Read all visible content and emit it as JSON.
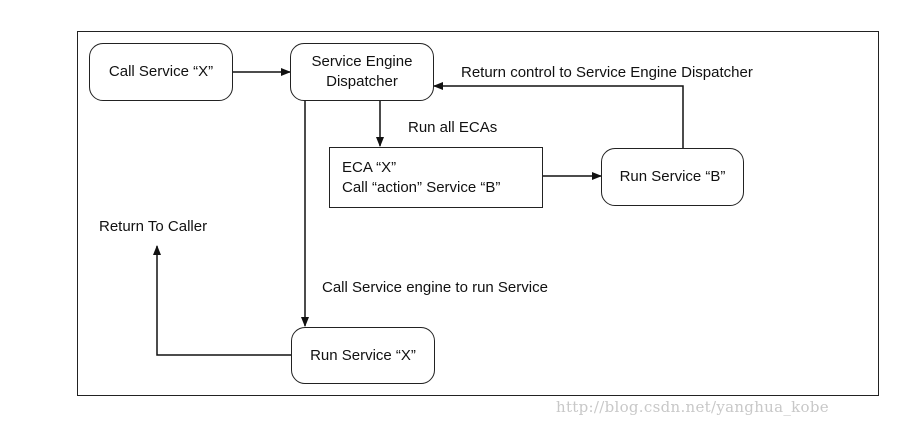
{
  "diagram": {
    "nodes": {
      "call_service_x": "Call Service “X”",
      "dispatcher_line1": "Service Engine",
      "dispatcher_line2": "Dispatcher",
      "eca_line1": "ECA “X”",
      "eca_line2": "Call “action” Service “B”",
      "run_service_b": "Run Service “B”",
      "run_service_x": "Run Service “X”"
    },
    "edge_labels": {
      "return_control": "Return control to Service Engine Dispatcher",
      "run_all_ecas": "Run all ECAs",
      "return_to_caller": "Return To Caller",
      "call_engine": "Call Service engine to run Service"
    },
    "watermark": "http://blog.csdn.net/yanghua_kobe"
  }
}
